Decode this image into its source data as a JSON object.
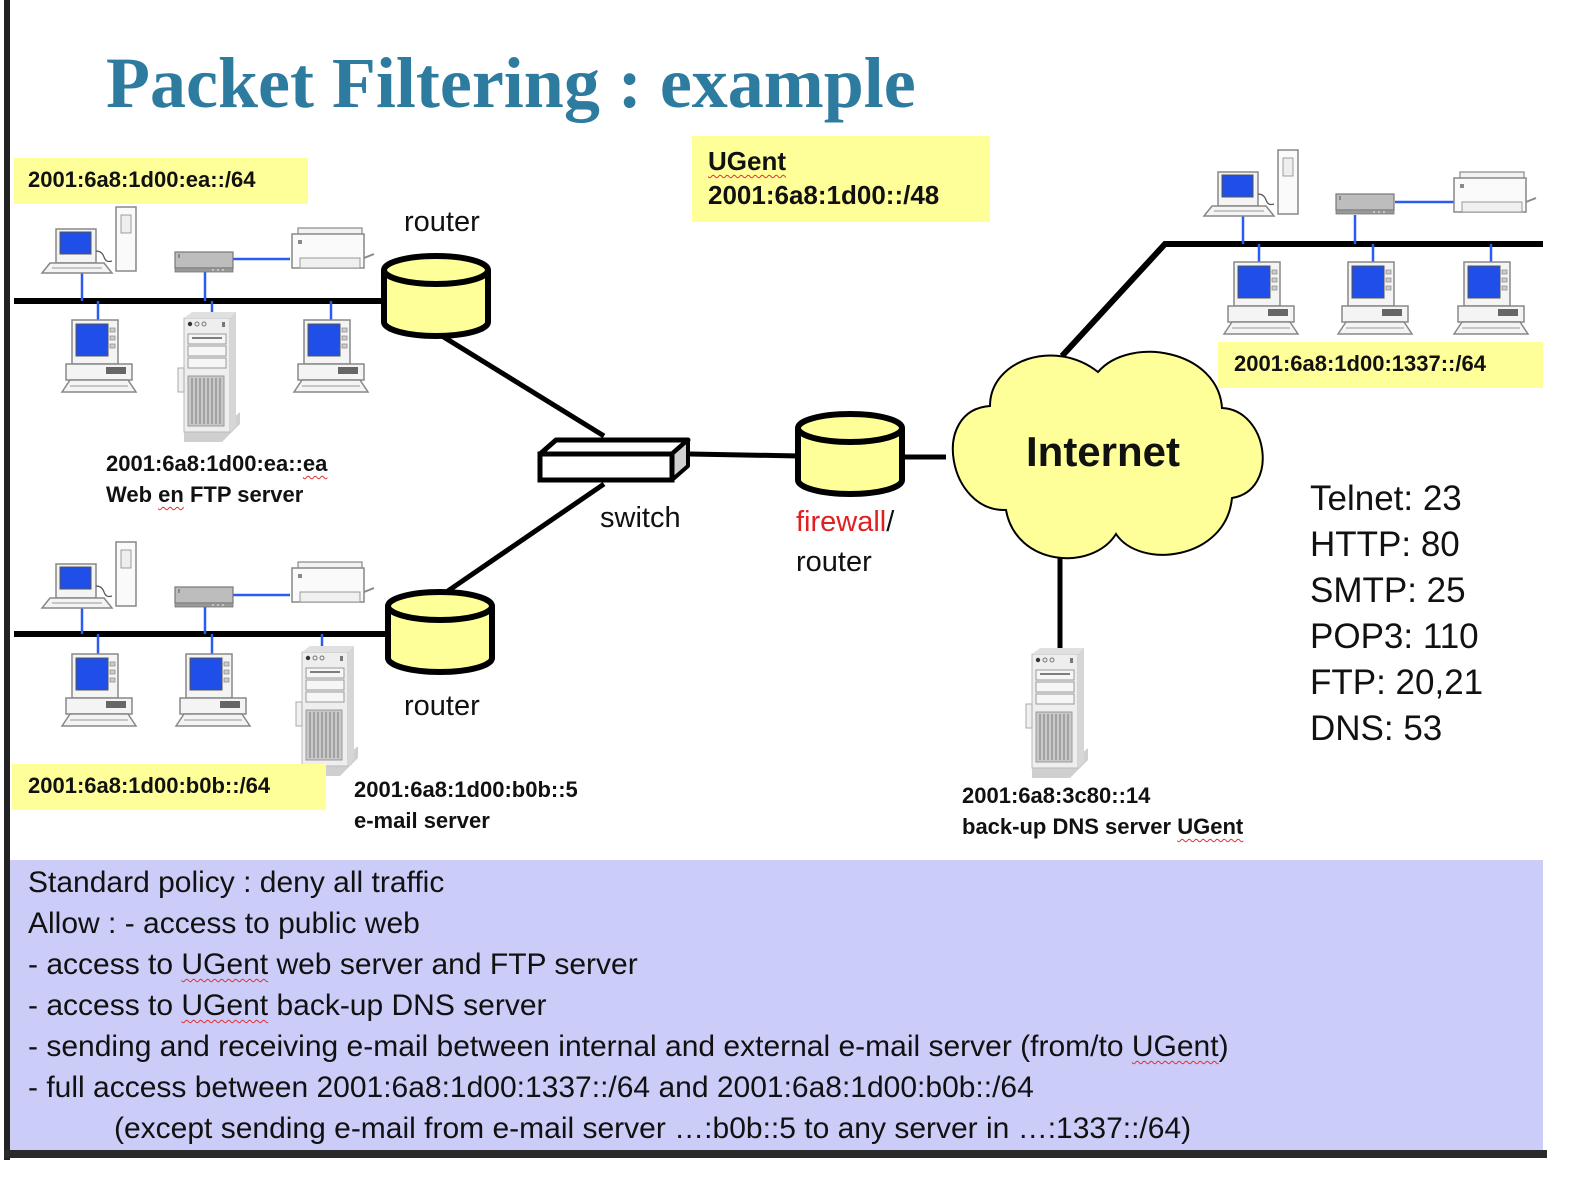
{
  "title": "Packet Filtering : example",
  "subnets": {
    "ea": "2001:6a8:1d00:ea::/64",
    "b0b": "2001:6a8:1d00:b0b::/64",
    "n1337": "2001:6a8:1d00:1337::/64",
    "ugent_name": "UGent",
    "ugent_prefix": "2001:6a8:1d00::/48"
  },
  "devices": {
    "router_top": "router",
    "router_bottom": "router",
    "switch": "switch",
    "firewall_word": "firewall",
    "firewall_slash": "/",
    "firewall_router": "router",
    "internet": "Internet",
    "web_server_addr_prefix": "2001:6a8:1d00:ea::",
    "web_server_addr_suffix": "ea",
    "web_server_name_a": "Web ",
    "web_server_name_b": "en",
    "web_server_name_c": " FTP server",
    "mail_server_addr": "2001:6a8:1d00:b0b::5",
    "mail_server_name": "e-mail server",
    "dns_server_addr": "2001:6a8:3c80::14",
    "dns_server_name_a": "back-up DNS server ",
    "dns_server_name_b": "UGent"
  },
  "ports": [
    {
      "service": "Telnet",
      "port": "23",
      "text": "Telnet: 23"
    },
    {
      "service": "HTTP",
      "port": "80",
      "text": "HTTP: 80"
    },
    {
      "service": "SMTP",
      "port": "25",
      "text": "SMTP: 25"
    },
    {
      "service": "POP3",
      "port": "110",
      "text": "POP3: 110"
    },
    {
      "service": "FTP",
      "port": "20,21",
      "text": "FTP: 20,21"
    },
    {
      "service": "DNS",
      "port": "53",
      "text": "DNS: 53"
    }
  ],
  "policy": {
    "line1": "Standard policy : deny all traffic",
    "line2": "Allow : - access to public web",
    "line3_a": "- access to ",
    "line3_b": "UGent",
    "line3_c": " web server and FTP server",
    "line4_a": "- access to ",
    "line4_b": "UGent",
    "line4_c": " back-up DNS server",
    "line5_a": "- sending and receiving e-mail between internal and external e-mail server (from/to ",
    "line5_b": "UGent",
    "line5_c": ")",
    "line6": "- full access between 2001:6a8:1d00:1337::/64 and 2001:6a8:1d00:b0b::/64",
    "line7": "(except sending e-mail from e-mail server …:b0b::5 to any server in …:1337::/64)"
  },
  "colors": {
    "title": "#2e7ba0",
    "highlight": "#ffff99",
    "policy_bg": "#ccccf8",
    "firewall_text": "#e02020",
    "screen_blue": "#1f4fe8",
    "link_blue": "#2a5cf0"
  }
}
